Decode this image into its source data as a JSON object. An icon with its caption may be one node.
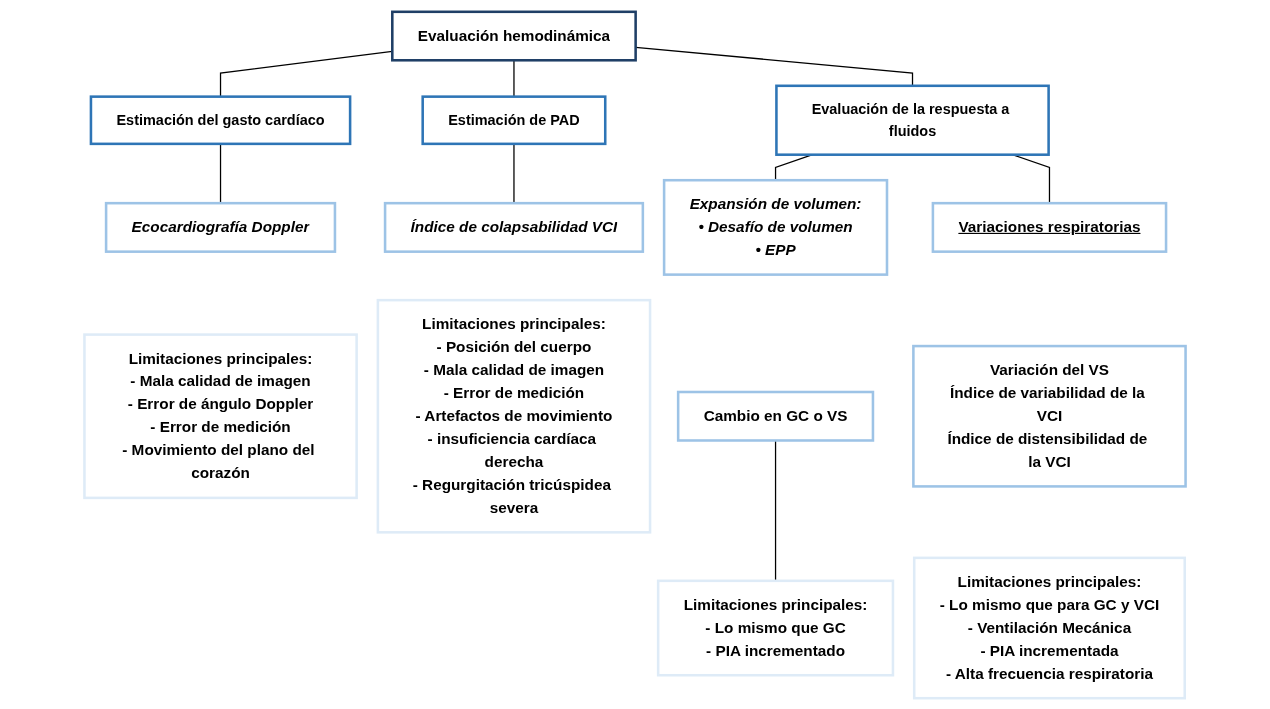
{
  "diagram": {
    "nodes": [
      {
        "text": [
          "Evaluación hemodinámica"
        ]
      },
      {
        "text": [
          "Estimación del gasto cardíaco"
        ]
      },
      {
        "text": [
          "Estimación de PAD"
        ]
      },
      {
        "text": [
          "Evaluación de la respuesta a fluidos"
        ]
      },
      {
        "text": [
          "Ecocardiografía Doppler"
        ]
      },
      {
        "text": [
          "Limitaciones principales:",
          "- Mala calidad de imagen",
          "- Error de ángulo Doppler",
          "- Error de medición",
          "- Movimiento del plano del corazón"
        ]
      },
      {
        "text": [
          "Índice de colapsabilidad VCI"
        ]
      },
      {
        "text": [
          "Limitaciones principales:",
          "- Posición del cuerpo",
          "- Mala calidad de imagen",
          "- Error de medición",
          "- Artefactos de movimiento",
          "- insuficiencia cardíaca derecha",
          "- Regurgitación tricúspidea severa"
        ]
      },
      {
        "text": [
          "Expansión de volumen:",
          "• Desafío de volumen",
          "• EPP"
        ]
      },
      {
        "text": [
          "Cambio en GC o VS"
        ]
      },
      {
        "text": [
          "Limitaciones principales:",
          "- Lo mismo que GC",
          "- PIA incrementado"
        ]
      },
      {
        "text": [
          "Variaciones respiratorias"
        ]
      },
      {
        "text": [
          "Variación del VS",
          "Índice de variabilidad de la VCI",
          "Índice de distensibilidad de la VCI"
        ]
      },
      {
        "text": [
          "Limitaciones principales:",
          "- Lo mismo que para GC y VCI",
          "- Ventilación Mecánica",
          "- PIA incrementada",
          "- Alta frecuencia respiratoria"
        ]
      }
    ],
    "edges": [
      {
        "from": 0,
        "to": 1,
        "arrow": "none"
      },
      {
        "from": 0,
        "to": 2,
        "arrow": "none"
      },
      {
        "from": 0,
        "to": 3,
        "arrow": "none"
      },
      {
        "from": 1,
        "to": 4,
        "arrow": "none"
      },
      {
        "from": 2,
        "to": 6,
        "arrow": "none"
      },
      {
        "from": 3,
        "to": 8,
        "arrow": "none"
      },
      {
        "from": 3,
        "to": 11,
        "arrow": "none"
      },
      {
        "from": 9,
        "to": 10,
        "arrow": "none"
      }
    ]
  }
}
